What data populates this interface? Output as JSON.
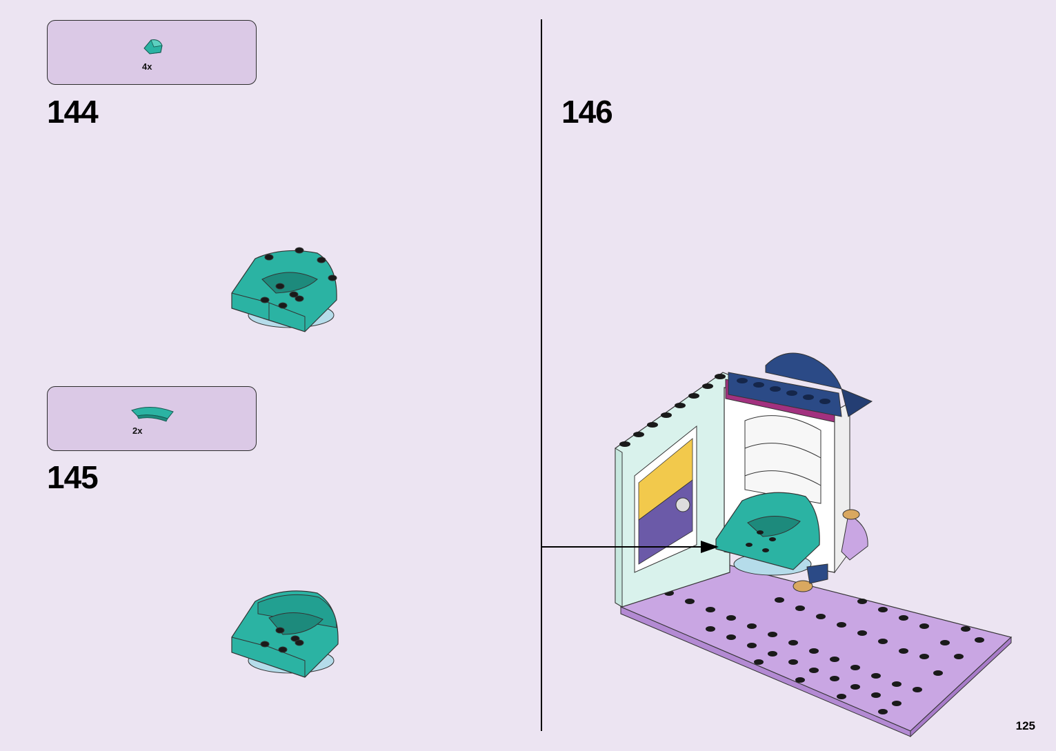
{
  "steps": [
    {
      "number": "144",
      "part_qty": "4x",
      "part_icon": "teal-curved-slope-icon"
    },
    {
      "number": "145",
      "part_qty": "2x",
      "part_icon": "teal-curved-arch-icon"
    },
    {
      "number": "146"
    }
  ],
  "page_number": "125",
  "colors": {
    "background": "#ece4f2",
    "parts_box": "#dbc9e6",
    "teal": "#2bb3a3",
    "dark_teal": "#1d8a7c",
    "navy": "#2b4a86",
    "lavender_plate": "#c9a6e3",
    "mint": "#d9f2ec",
    "white": "#ffffff",
    "magenta": "#a2317f",
    "light_blue": "#b5dcea",
    "tan": "#d9a860"
  }
}
